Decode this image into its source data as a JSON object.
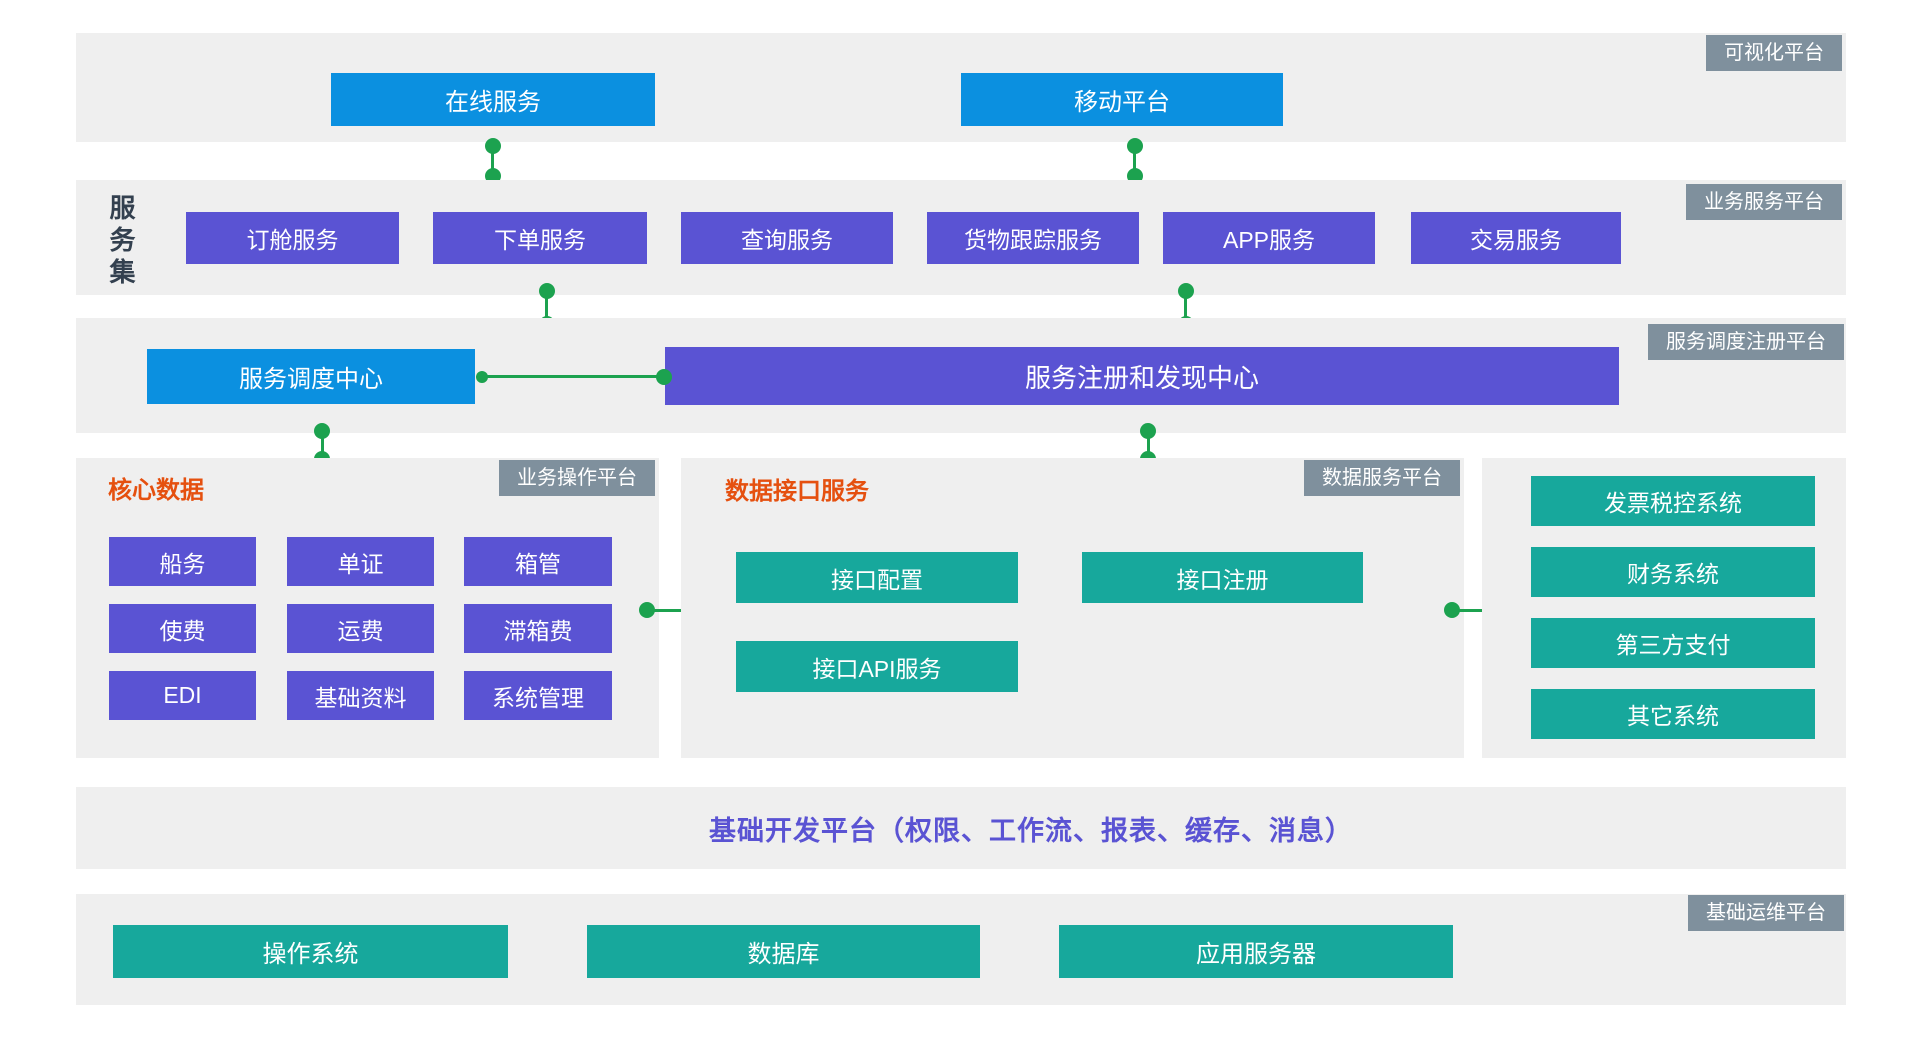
{
  "badges": {
    "visualization": "可视化平台",
    "business_service": "业务服务平台",
    "dispatch_registry": "服务调度注册平台",
    "business_operation": "业务操作平台",
    "data_service": "数据服务平台",
    "infra_ops": "基础运维平台"
  },
  "top_band": {
    "online_service": "在线服务",
    "mobile_platform": "移动平台"
  },
  "service_set": {
    "label": "服务集",
    "items": [
      "订舱服务",
      "下单服务",
      "查询服务",
      "货物跟踪服务",
      "APP服务",
      "交易服务"
    ]
  },
  "dispatch_band": {
    "dispatch_center": "服务调度中心",
    "registry_center": "服务注册和发现中心"
  },
  "core_data": {
    "title": "核心数据",
    "items": [
      "船务",
      "单证",
      "箱管",
      "使费",
      "运费",
      "滞箱费",
      "EDI",
      "基础资料",
      "系统管理"
    ]
  },
  "data_interface": {
    "title": "数据接口服务",
    "items": [
      "接口配置",
      "接口注册",
      "接口API服务"
    ]
  },
  "external_systems": {
    "items": [
      "发票税控系统",
      "财务系统",
      "第三方支付",
      "其它系统"
    ]
  },
  "dev_platform": {
    "title": "基础开发平台（权限、工作流、报表、缓存、消息）"
  },
  "infra": {
    "items": [
      "操作系统",
      "数据库",
      "应用服务器"
    ]
  },
  "colors": {
    "blue": "#0b90e0",
    "purple": "#5a53d3",
    "teal": "#17a89c",
    "green": "#1ca24f",
    "badge_gray": "#7f909d",
    "orange": "#e5500f",
    "band_gray": "#efefef"
  }
}
